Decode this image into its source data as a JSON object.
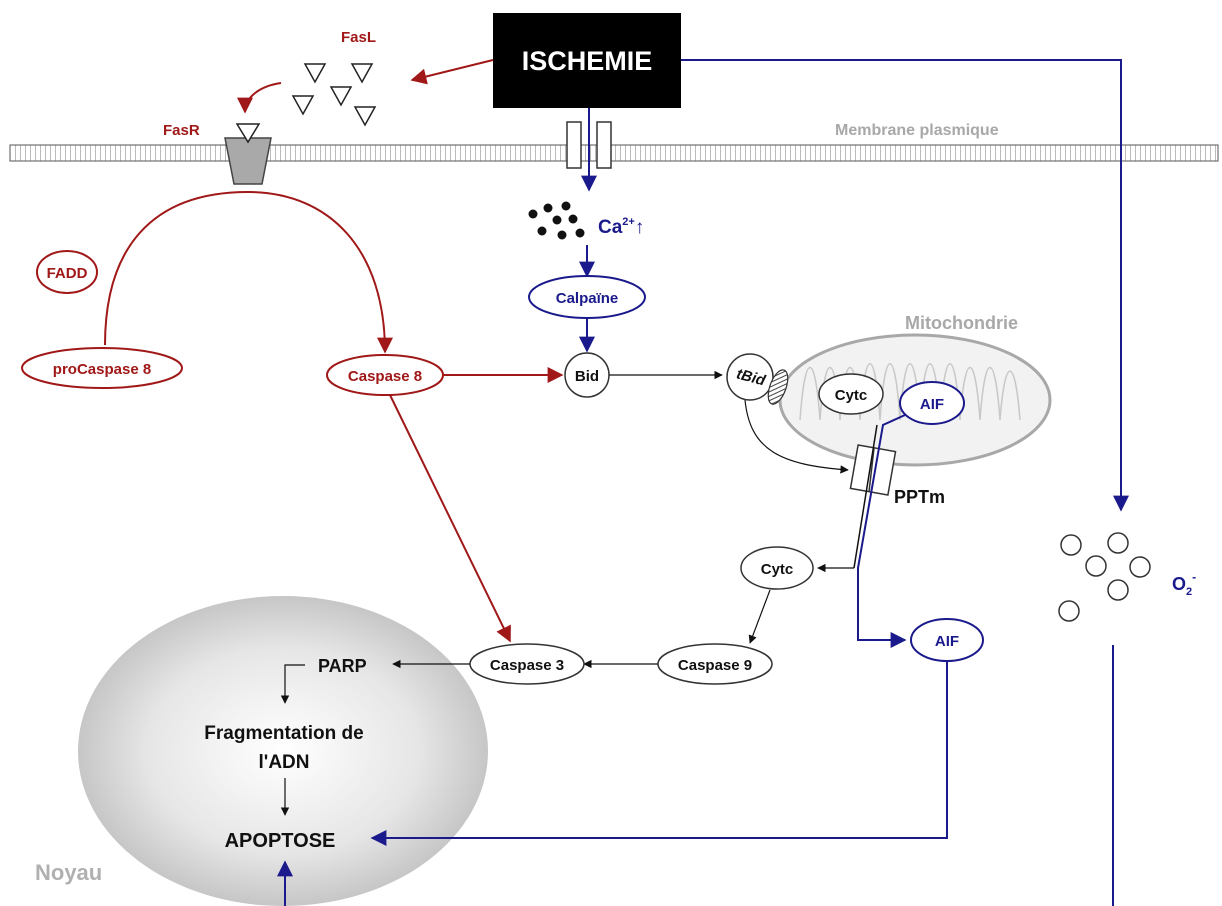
{
  "colors": {
    "red": "#a01818",
    "blue": "#1a1a8c",
    "black": "#111111",
    "grey_label": "#a8a8a8"
  },
  "labels": {
    "ischemie": "ISCHEMIE",
    "fasl": "FasL",
    "fasr": "FasR",
    "membrane": "Membrane plasmique",
    "calcium": "Ca",
    "calcium_sup": "2+",
    "calcium_arrow": "↑",
    "calpaine": "Calpaïne",
    "fadd": "FADD",
    "procaspase8": "proCaspase 8",
    "caspase8": "Caspase 8",
    "bid": "Bid",
    "tbid": "tBid",
    "mitochondrie": "Mitochondrie",
    "cytc_mito": "Cytc",
    "aif_mito": "AIF",
    "pptm": "PPTm",
    "cytc": "Cytc",
    "aif": "AIF",
    "caspase9": "Caspase 9",
    "caspase3": "Caspase 3",
    "parp": "PARP",
    "fragmentation_line1": "Fragmentation de",
    "fragmentation_line2": "l'ADN",
    "apoptose": "APOPTOSE",
    "noyau": "Noyau",
    "superoxide": "O",
    "superoxide_sub": "2",
    "superoxide_sup": "-"
  }
}
